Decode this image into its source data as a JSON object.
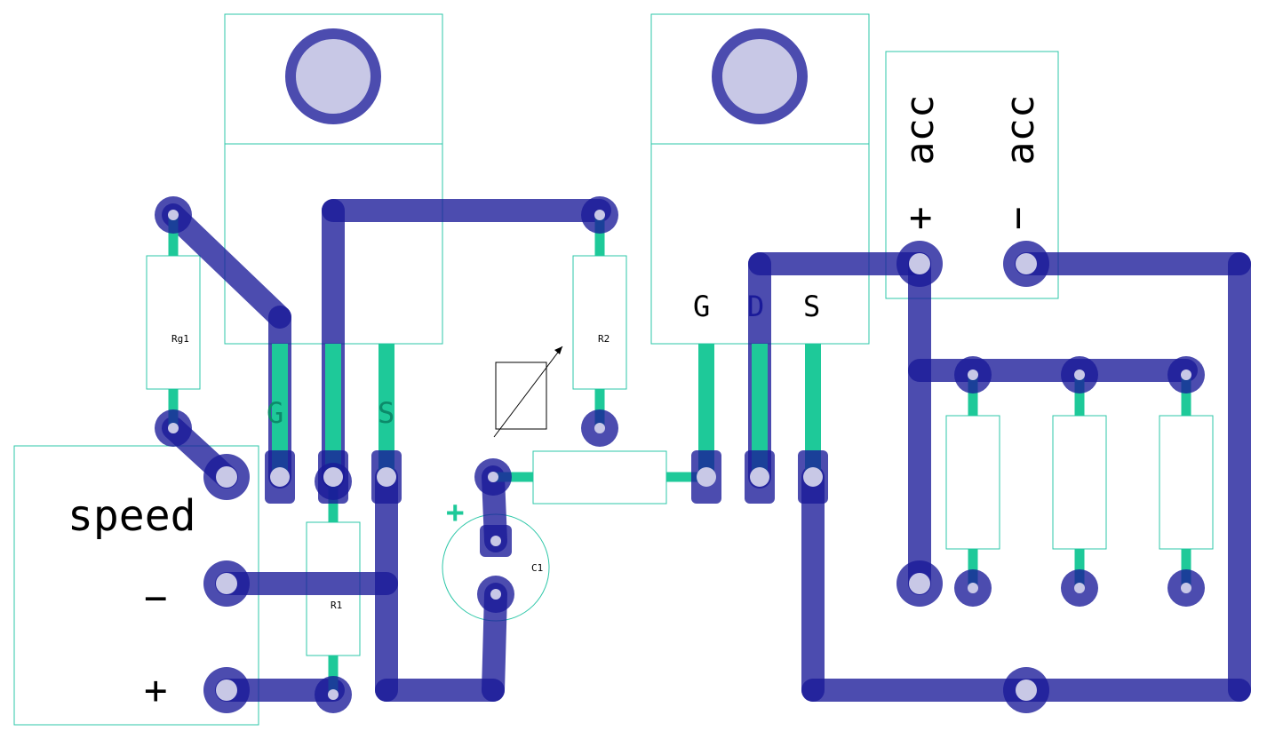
{
  "labels": {
    "speed": "speed",
    "speed_minus": "−",
    "speed_plus": "+",
    "acc_plus_word": "acc",
    "acc_minus_word": "acc",
    "acc_plus_sign": "+",
    "acc_minus_sign": "−",
    "q1_g": "G",
    "q1_s": "S",
    "q2_g": "G",
    "q2_d": "D",
    "q2_s": "S",
    "rg1": "Rg1",
    "r2": "R2",
    "r1": "R1",
    "c1": "C1",
    "c1_plus": "+"
  },
  "colors": {
    "copper": "#1a1a99",
    "silk": "#2ec7a8",
    "drill": "#c8c8e6"
  }
}
